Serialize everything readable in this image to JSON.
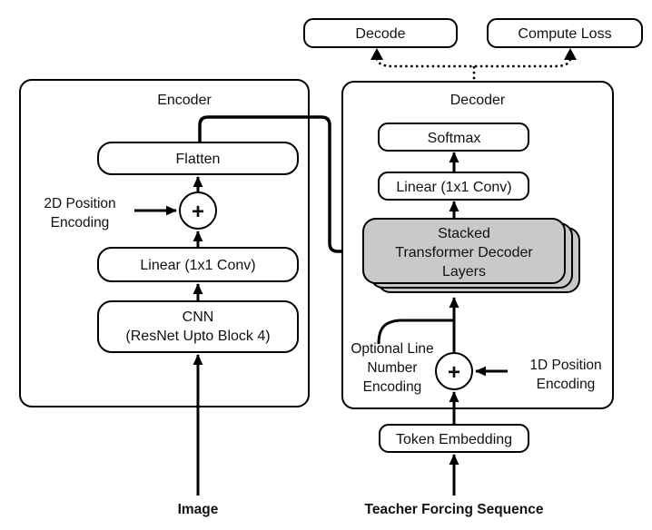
{
  "colors": {
    "accent_blue": "#2b2bd9",
    "stack_fill": "#c9c9c9",
    "line_black": "#000000",
    "box_fill": "#ffffff"
  },
  "top": {
    "decode_label": "Decode",
    "compute_loss_label": "Compute Loss"
  },
  "encoder": {
    "title": "Encoder",
    "flatten_label": "Flatten",
    "pos_encoding": {
      "line1": "2D Position",
      "line2": "Encoding"
    },
    "plus_symbol": "+",
    "linear_label": "Linear (1x1 Conv)",
    "cnn": {
      "line1": "CNN",
      "line2": "(ResNet Upto Block 4)"
    },
    "input_label": "Image"
  },
  "decoder": {
    "title": "Decoder",
    "softmax_label": "Softmax",
    "linear_label": "Linear (1x1 Conv)",
    "stacked": {
      "line1": "Stacked",
      "line2": "Transformer Decoder",
      "line3": "Layers"
    },
    "optional_encoding": {
      "line1": "Optional Line",
      "line2": "Number",
      "line3": "Encoding"
    },
    "plus_symbol": "+",
    "pos_encoding": {
      "line1": "1D Position",
      "line2": "Encoding"
    },
    "token_embedding_label": "Token Embedding",
    "input_label": "Teacher Forcing Sequence"
  }
}
